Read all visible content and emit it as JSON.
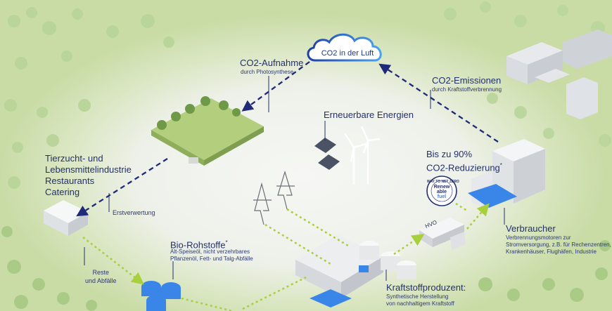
{
  "cloud": {
    "label": "CO2 in der Luft"
  },
  "co2_aufnahme": {
    "title": "CO2-Aufnahme",
    "sub": "durch Photosynthese"
  },
  "co2_emissionen": {
    "title": "CO2-Emissionen",
    "sub": "durch Kraftstoffverbrennung"
  },
  "erneuerbare": {
    "title": "Erneuerbare Energien"
  },
  "reduzierung": {
    "line1": "Bis zu 90%",
    "line2": "CO2-Reduzierung",
    "mark": "*"
  },
  "badge": {
    "ring": "WAY TO NET ZERO",
    "l1": "Renew",
    "l2": "able",
    "l3": "fuel"
  },
  "industrie": {
    "lines": [
      "Tierzucht- und",
      "Lebensmittelindustrie",
      "Restaurants",
      "Catering"
    ]
  },
  "erstverwertung": {
    "label": "Erstverwertung"
  },
  "reste": {
    "lines": [
      "Reste",
      "und Abfälle"
    ]
  },
  "bio": {
    "title": "Bio-Rohstoffe",
    "mark": "*",
    "sub1": "Alt-Speiseöl, nicht verzehrbares",
    "sub2": "Pflanzenöl, Fett- und Talg-Abfälle"
  },
  "verbraucher": {
    "title": "Verbraucher",
    "sub1": "Verbrennungsmotoren zur",
    "sub2": "Stromversorgung, z.B. für Rechenzentren,",
    "sub3": "Krankenhäuser, Flughäfen, Industrie"
  },
  "kraftstoff": {
    "title": "Kraftstoffproduzent:",
    "sub1": "Synthetische Herstellung",
    "sub2": "von nachhaltigem Kraftstoff"
  },
  "truck": {
    "label": "HVO"
  },
  "colors": {
    "navy": "#23306b",
    "arrow": "#1f2a78",
    "green_dash": "#a8cf3c",
    "tank_blue": "#3a86e8"
  }
}
